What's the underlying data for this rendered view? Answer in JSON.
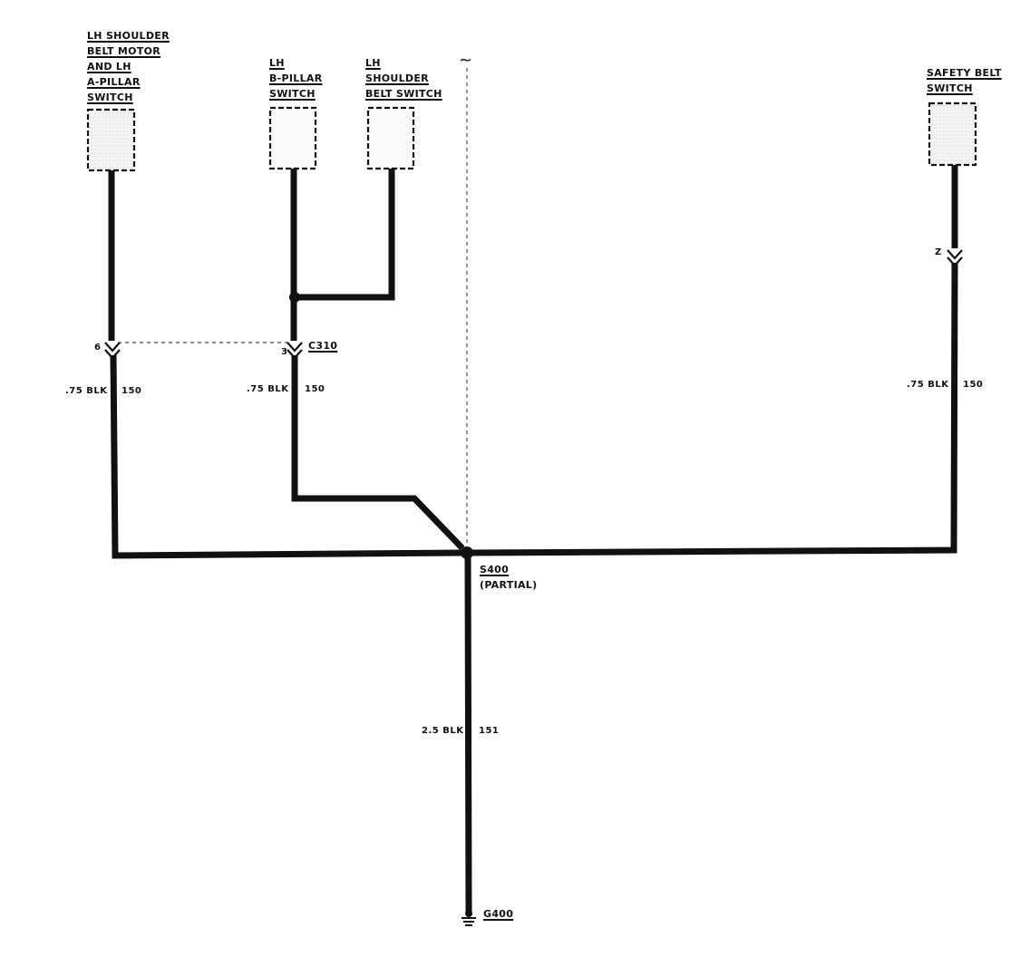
{
  "components": {
    "lh_shoulder_belt_motor": {
      "lines": [
        "LH SHOULDER",
        "BELT MOTOR",
        "AND LH",
        "A-PILLAR",
        "SWITCH"
      ]
    },
    "lh_b_pillar_switch": {
      "lines": [
        "LH",
        "B-PILLAR",
        "SWITCH"
      ]
    },
    "lh_shoulder_belt_switch": {
      "lines": [
        "LH",
        "SHOULDER",
        "BELT SWITCH"
      ]
    },
    "safety_belt_switch": {
      "lines": [
        "SAFETY BELT",
        "SWITCH"
      ]
    }
  },
  "connector": {
    "name": "C310",
    "pin_left": "6",
    "pin_mid": "3",
    "pin_right": "Z"
  },
  "wires": {
    "left": {
      "gauge_color": ".75 BLK",
      "circuit": "150"
    },
    "mid": {
      "gauge_color": ".75 BLK",
      "circuit": "150"
    },
    "right": {
      "gauge_color": ".75 BLK",
      "circuit": "150"
    },
    "ground": {
      "gauge_color": "2.5 BLK",
      "circuit": "151"
    }
  },
  "splice": {
    "name": "S400",
    "note": "(PARTIAL)"
  },
  "ground": {
    "name": "G400"
  },
  "colors": {
    "wire": "#111111",
    "background": "#ffffff"
  }
}
